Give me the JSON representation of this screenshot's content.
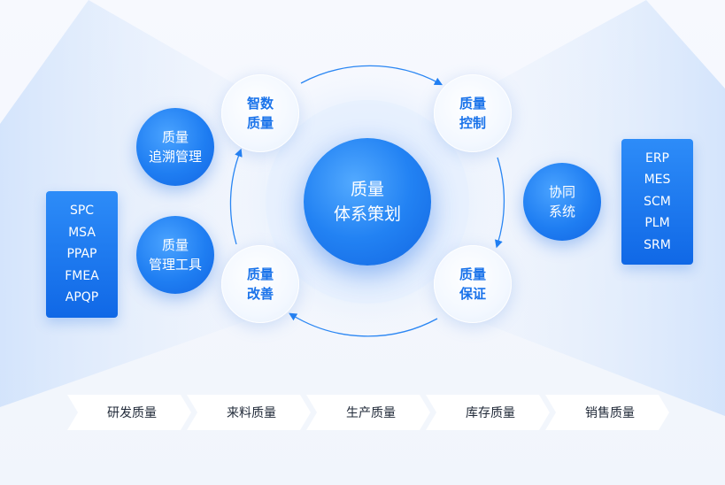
{
  "center": {
    "line1": "质量",
    "line2": "体系策划"
  },
  "ring_nodes": {
    "top_left": {
      "line1": "智数",
      "line2": "质量"
    },
    "top_right": {
      "line1": "质量",
      "line2": "控制"
    },
    "bottom_right": {
      "line1": "质量",
      "line2": "保证"
    },
    "bottom_left": {
      "line1": "质量",
      "line2": "改善"
    }
  },
  "side_nodes": {
    "trace": {
      "line1": "质量",
      "line2": "追溯管理"
    },
    "tools": {
      "line1": "质量",
      "line2": "管理工具"
    },
    "collab": {
      "line1": "协同",
      "line2": "系统"
    }
  },
  "left_tools": [
    "SPC",
    "MSA",
    "PPAP",
    "FMEA",
    "APQP"
  ],
  "right_systems": [
    "ERP",
    "MES",
    "SCM",
    "PLM",
    "SRM"
  ],
  "stages": [
    "研发质量",
    "来料质量",
    "生产质量",
    "库存质量",
    "销售质量"
  ],
  "colors": {
    "primary": "#1a73ea",
    "deep": "#1266e2",
    "light": "#4aa3ff",
    "text_dark": "#222b3a"
  }
}
